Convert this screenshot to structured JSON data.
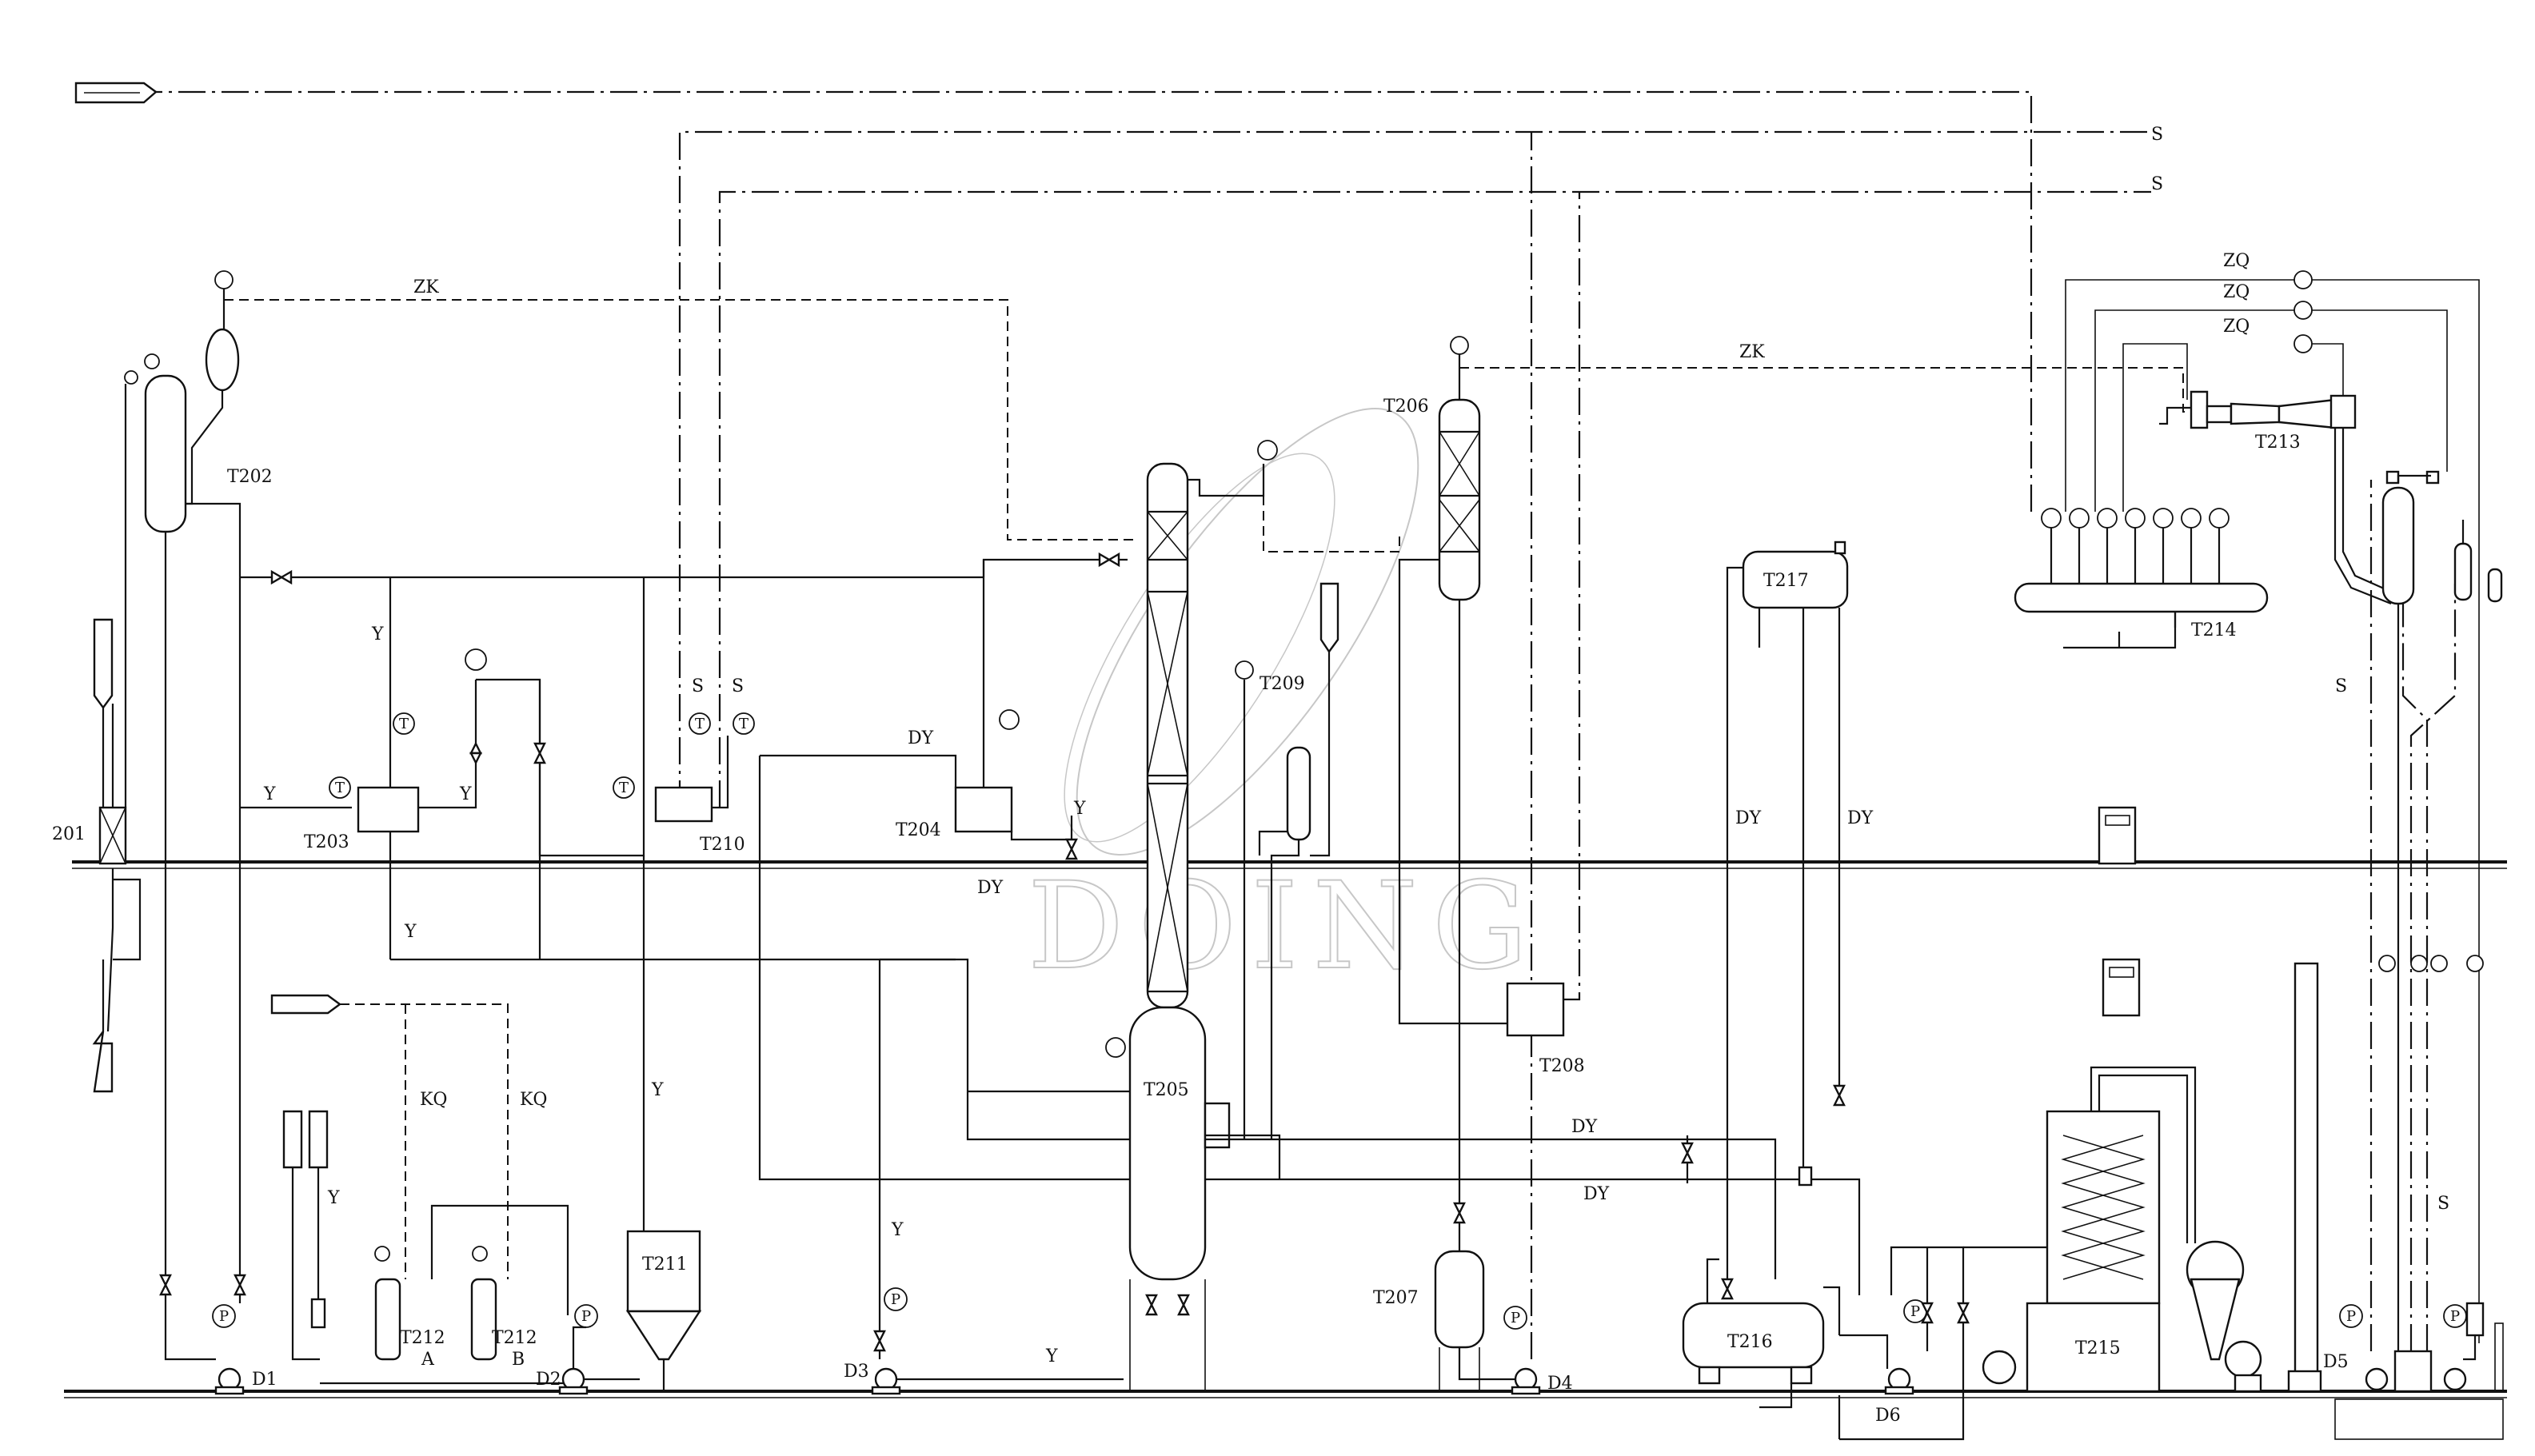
{
  "diagram": {
    "equipment_labels": {
      "t201": "201",
      "t202": "T202",
      "t203": "T203",
      "t204": "T204",
      "t205": "T205",
      "t206": "T206",
      "t207": "T207",
      "t208": "T208",
      "t209": "T209",
      "t210": "T210",
      "t211": "T211",
      "t212a": "T212",
      "t212b": "T212",
      "t213": "T213",
      "t214": "T214",
      "t215": "T215",
      "t216": "T216",
      "t217": "T217"
    },
    "sub_labels": {
      "a": "A",
      "b": "B"
    },
    "pump_labels": {
      "d1": "D1",
      "d2": "D2",
      "d3": "D3",
      "d4": "D4",
      "d5": "D5",
      "d6": "D6"
    },
    "line_labels": {
      "s": "S",
      "zk": "ZK",
      "zq": "ZQ",
      "y": "Y",
      "dy": "DY",
      "kq": "KQ"
    },
    "instrument_labels": {
      "t": "T",
      "p": "P"
    },
    "watermark": "DOING",
    "colors": {
      "line": "#111111",
      "background": "#ffffff",
      "watermark": "#c8c8c8"
    }
  }
}
